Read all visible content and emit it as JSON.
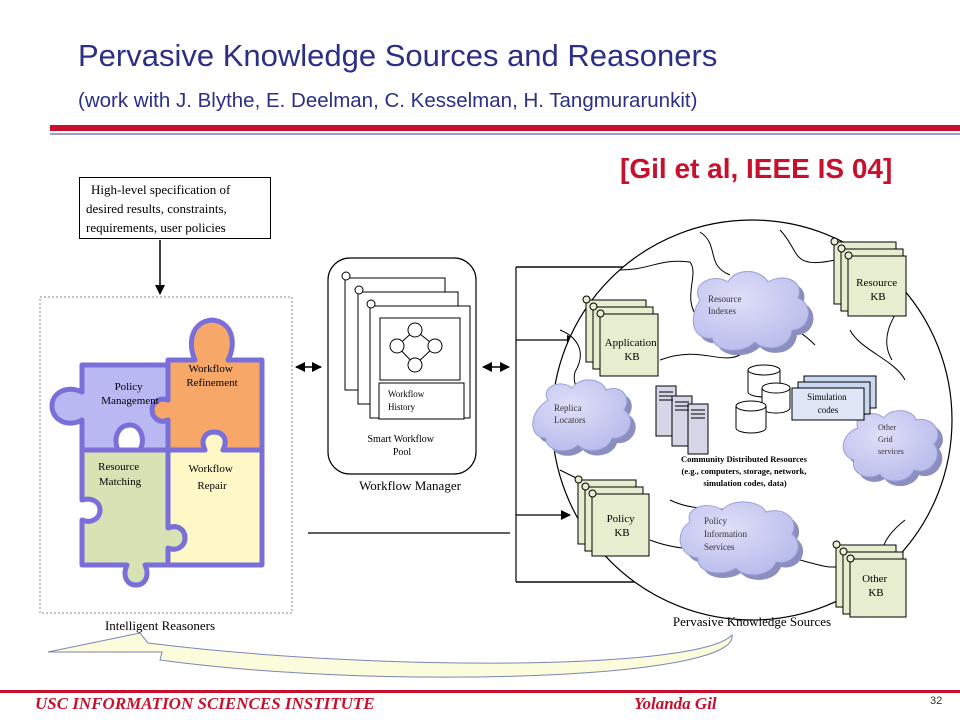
{
  "slide": {
    "title": "Pervasive Knowledge Sources and Reasoners",
    "subtitle": "(work with J. Blythe, E. Deelman, C. Kesselman, H. Tangmurarunkit)",
    "citation": "[Gil et al, IEEE IS 04]",
    "page_number": "32"
  },
  "spec_box": {
    "line1": "High-level specification of",
    "line2": "desired results, constraints,",
    "line3": "requirements, user policies"
  },
  "reasoners": {
    "label": "Intelligent Reasoners",
    "policy_management": [
      "Policy",
      "Management"
    ],
    "workflow_refinement": [
      "Workflow",
      "Refinement"
    ],
    "resource_matching": [
      "Resource",
      "Matching"
    ],
    "workflow_repair": [
      "Workflow",
      "Repair"
    ]
  },
  "workflow_manager": {
    "label": "Workflow Manager",
    "history": [
      "Workflow",
      "History"
    ],
    "pool": [
      "Smart Workflow",
      "Pool"
    ]
  },
  "knowledge_sources": {
    "label": "Pervasive Knowledge Sources",
    "resource_kb": [
      "Resource",
      "KB"
    ],
    "resource_indexes": [
      "Resource",
      "Indexes"
    ],
    "application_kb": [
      "Application",
      "KB"
    ],
    "replica_locators": [
      "Replica",
      "Locators"
    ],
    "simulation_codes": [
      "Simulation",
      "codes"
    ],
    "other_grid_services": [
      "Other",
      "Grid",
      "services"
    ],
    "community": [
      "Community Distributed Resources",
      "(e.g., computers, storage, network,",
      "simulation codes, data)"
    ],
    "policy_kb": [
      "Policy",
      "KB"
    ],
    "policy_info": [
      "Policy",
      "Information",
      "Services"
    ],
    "other_kb": [
      "Other",
      "KB"
    ]
  },
  "footer": {
    "institute": "USC INFORMATION SCIENCES INSTITUTE",
    "author": "Yolanda Gil"
  },
  "colors": {
    "title_blue": "#2b2f86",
    "accent_red": "#c8102e",
    "puzzle_purple": "#b9b8f2",
    "puzzle_orange": "#f7a868",
    "puzzle_green": "#d7e3b5",
    "puzzle_yellow": "#fdf8c6",
    "puzzle_border": "#7a6fd8",
    "scroll_green": "#e7eed0",
    "cloud_purple": "#c8c9f0"
  }
}
